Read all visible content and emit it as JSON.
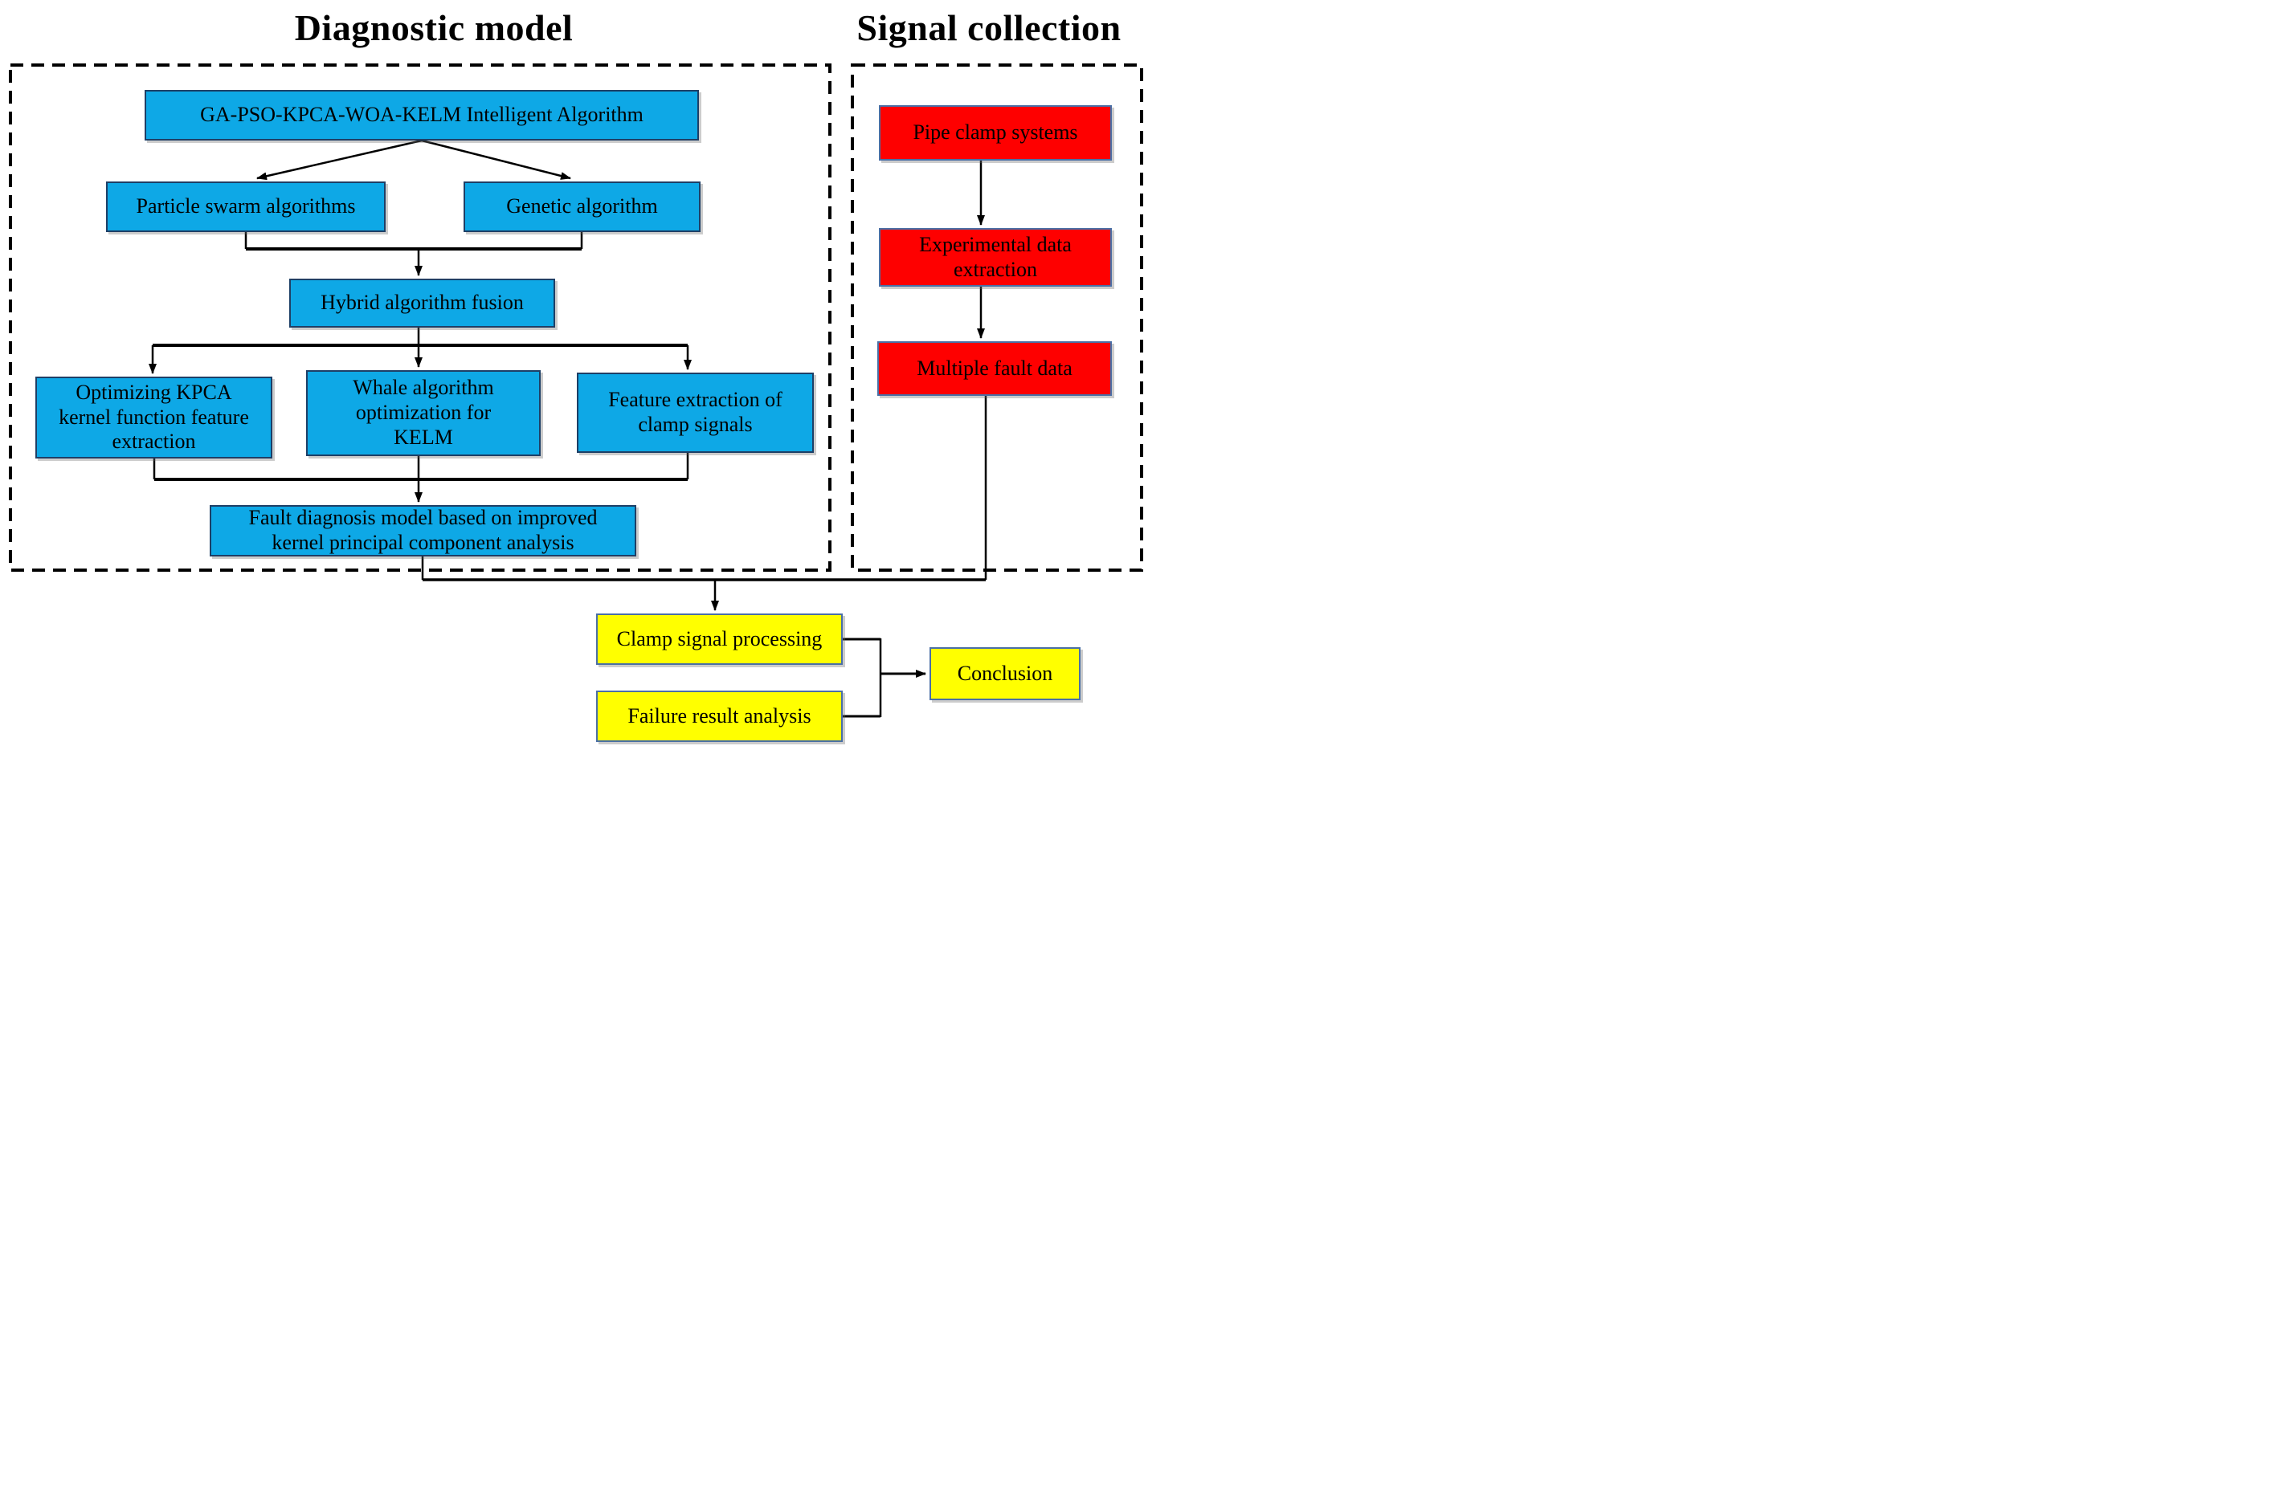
{
  "titles": {
    "left": "Diagnostic model",
    "right": "Signal collection"
  },
  "colors": {
    "blue_fill": "#0EA8E6",
    "blue_border": "#1E3F66",
    "red_fill": "#FE0000",
    "yellow_fill": "#FFFF00",
    "warm_border": "#4A6FA5",
    "line": "#000000",
    "background": "#FFFFFF",
    "text": "#000000"
  },
  "boxes": [
    {
      "id": "intelligent-algorithm",
      "label": "GA-PSO-KPCA-WOA-KELM Intelligent Algorithm",
      "color": "blue"
    },
    {
      "id": "particle-swarm",
      "label": "Particle swarm algorithms",
      "color": "blue"
    },
    {
      "id": "genetic-algorithm",
      "label": "Genetic algorithm",
      "color": "blue"
    },
    {
      "id": "hybrid-fusion",
      "label": "Hybrid algorithm fusion",
      "color": "blue"
    },
    {
      "id": "kpca-feature",
      "label": "Optimizing KPCA\nkernel function feature\nextraction",
      "color": "blue"
    },
    {
      "id": "whale-kelm",
      "label": "Whale algorithm\noptimization for\nKELM",
      "color": "blue"
    },
    {
      "id": "feature-extraction",
      "label": "Feature extraction of\nclamp signals",
      "color": "blue"
    },
    {
      "id": "fault-diagnosis-model",
      "label": "Fault diagnosis model based on improved\nkernel principal component analysis",
      "color": "blue"
    },
    {
      "id": "pipe-clamp-systems",
      "label": "Pipe clamp systems",
      "color": "red"
    },
    {
      "id": "experimental-data",
      "label": "Experimental data\nextraction",
      "color": "red"
    },
    {
      "id": "multiple-fault-data",
      "label": "Multiple fault data",
      "color": "red"
    },
    {
      "id": "clamp-signal-processing",
      "label": "Clamp signal processing",
      "color": "yellow"
    },
    {
      "id": "failure-result-analysis",
      "label": "Failure result analysis",
      "color": "yellow"
    },
    {
      "id": "conclusion",
      "label": "Conclusion",
      "color": "yellow"
    }
  ]
}
